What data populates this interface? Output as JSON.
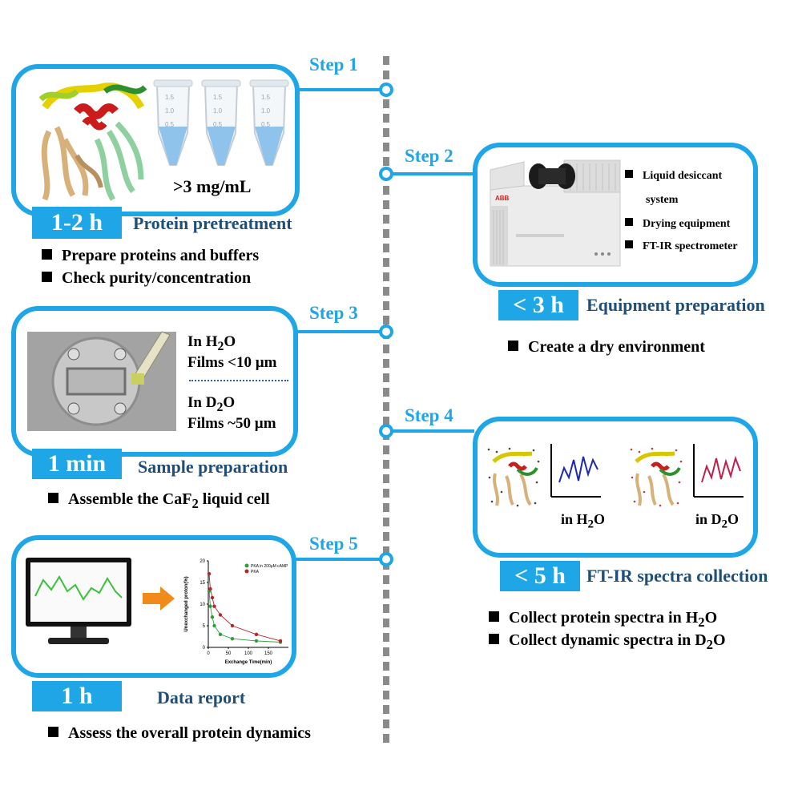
{
  "colors": {
    "accent": "#1fa6e6",
    "title": "#1f4e79",
    "timeline": "#8a8a8a"
  },
  "steps": [
    {
      "label": "Step 1",
      "time": "1-2 h",
      "title": "Protein pretreatment",
      "concentration": ">3 mg/mL",
      "bullets": [
        "Prepare proteins and buffers",
        "Check purity/concentration"
      ]
    },
    {
      "label": "Step 2",
      "time": "< 3 h",
      "title": "Equipment preparation",
      "items": [
        "Liquid desiccant",
        "system",
        "Drying equipment",
        "FT-IR spectrometer"
      ],
      "bullets": [
        "Create a dry environment"
      ]
    },
    {
      "label": "Step 3",
      "time": "1 min",
      "title": "Sample preparation",
      "h2o_a": "In H",
      "h2o_b": "O",
      "h2o_films": "Films <10 µm",
      "d2o_a": "In D",
      "d2o_b": "O",
      "d2o_films": "Films ~50 µm",
      "bullet_a": "Assemble the CaF",
      "bullet_b": " liquid cell"
    },
    {
      "label": "Step 4",
      "time": "< 5 h",
      "title": "FT-IR spectra collection",
      "spec1_a": "in H",
      "spec1_b": "O",
      "spec2_a": "in D",
      "spec2_b": "O",
      "bullet1_a": "Collect protein spectra in H",
      "bullet1_b": "O",
      "bullet2_a": "Collect dynamic spectra in D",
      "bullet2_b": "O"
    },
    {
      "label": "Step 5",
      "time": "1 h",
      "title": "Data report",
      "bullets": [
        "Assess the overall protein dynamics"
      ]
    }
  ],
  "subscript_2": "2",
  "tube_ticks": [
    "1.5",
    "1.0",
    "0.5"
  ],
  "instrument_brand": "ABB",
  "chart_data": {
    "type": "scatter",
    "ylabel": "Unexchanged proton(%)",
    "xlabel": "Exchange Time(min)",
    "xlim": [
      0,
      200
    ],
    "ylim": [
      0,
      20
    ],
    "xticks": [
      "0",
      "50",
      "100",
      "150"
    ],
    "yticks": [
      "0",
      "5",
      "10",
      "15",
      "20"
    ],
    "legend_position": "top-right",
    "series": [
      {
        "name": "PKA  in 200μM cAMP",
        "color": "#2e9e3a",
        "x": [
          2,
          5,
          10,
          15,
          30,
          60,
          120,
          180
        ],
        "y": [
          13,
          9.5,
          7,
          5,
          3,
          2,
          1.5,
          1.2
        ]
      },
      {
        "name": "PKA",
        "color": "#b3262b",
        "x": [
          2,
          5,
          10,
          15,
          30,
          60,
          120,
          180
        ],
        "y": [
          17,
          13.5,
          11.5,
          9.5,
          7.5,
          5,
          3,
          1.5
        ]
      }
    ]
  }
}
